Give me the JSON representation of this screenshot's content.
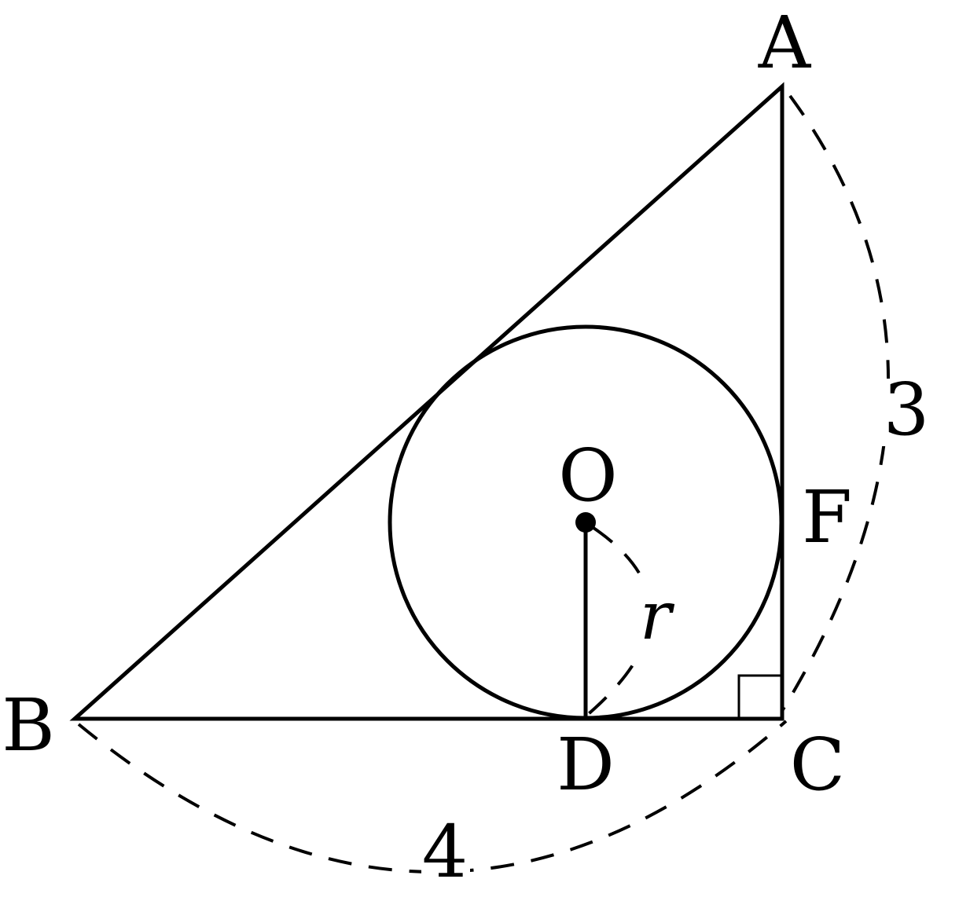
{
  "diagram": {
    "vertices": {
      "A": "A",
      "B": "B",
      "C": "C",
      "D": "D",
      "F": "F",
      "O": "O"
    },
    "radius_label": "r",
    "side_labels": {
      "AC": "3",
      "BC": "4"
    },
    "right_angle_at": "C",
    "stroke_color": "#000000"
  }
}
